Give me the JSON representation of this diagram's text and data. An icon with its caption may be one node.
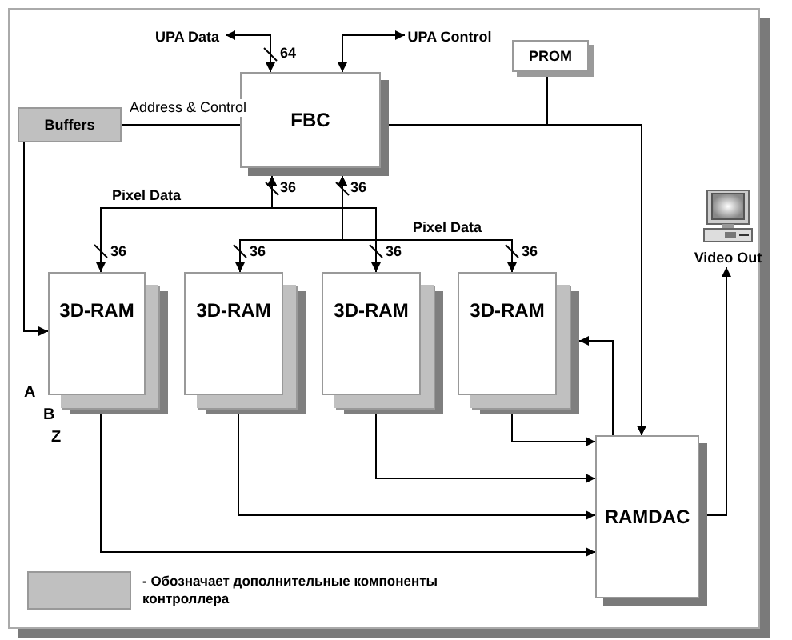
{
  "diagram": {
    "nodes": [
      {
        "text": [
          "UPA Data"
        ]
      },
      {
        "text": [
          "UPA Control"
        ]
      },
      {
        "text": [
          "PROM"
        ]
      },
      {
        "text": [
          "Buffers"
        ]
      },
      {
        "text": [
          "FBC"
        ]
      },
      {
        "text": [
          "3D-RAM"
        ]
      },
      {
        "text": [
          "3D-RAM"
        ]
      },
      {
        "text": [
          "3D-RAM"
        ]
      },
      {
        "text": [
          "3D-RAM"
        ]
      },
      {
        "text": [
          "RAMDAC"
        ]
      },
      {
        "text": [
          "Video Out"
        ]
      }
    ],
    "edges": [
      {
        "from": 4,
        "to": 0,
        "arrow": "both",
        "label": "64"
      },
      {
        "from": 4,
        "to": 1,
        "arrow": "both"
      },
      {
        "from": 3,
        "to": 4,
        "arrow": "none",
        "label": "Address & Control"
      },
      {
        "from": 3,
        "to": 5,
        "arrow": "to"
      },
      {
        "from": 5,
        "to": 4,
        "arrow": "both",
        "label": "36"
      },
      {
        "from": 7,
        "to": 4,
        "arrow": "both",
        "label": "36"
      },
      {
        "from": 6,
        "to": 4,
        "arrow": "both",
        "label": "36"
      },
      {
        "from": 8,
        "to": 4,
        "arrow": "both",
        "label": "36"
      },
      {
        "from": 4,
        "to": 9,
        "arrow": "to"
      },
      {
        "from": 2,
        "to": 9,
        "arrow": "to"
      },
      {
        "from": 9,
        "to": 8,
        "arrow": "to"
      },
      {
        "from": 8,
        "to": 9,
        "arrow": "to"
      },
      {
        "from": 7,
        "to": 9,
        "arrow": "to"
      },
      {
        "from": 6,
        "to": 9,
        "arrow": "to"
      },
      {
        "from": 5,
        "to": 9,
        "arrow": "to"
      },
      {
        "from": 9,
        "to": 10,
        "arrow": "to"
      }
    ],
    "labels": [
      "36",
      "36",
      "Pixel Data",
      "Pixel Data",
      "A",
      "B",
      "Z"
    ],
    "legend": [
      {
        "text": "- Обозначает дополнительные компоненты контроллера",
        "color": "#c0c0c0"
      }
    ]
  }
}
